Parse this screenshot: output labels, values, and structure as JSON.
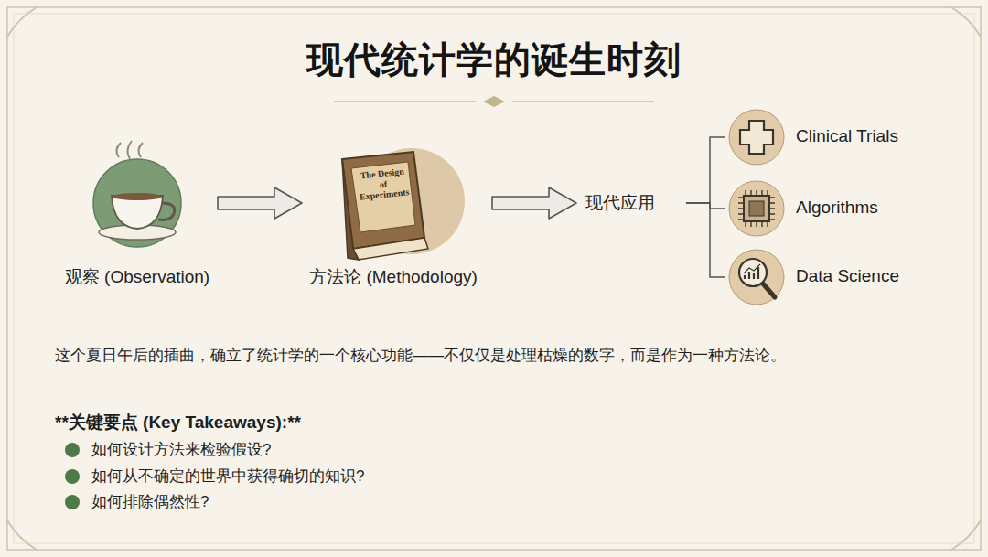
{
  "diagram": {
    "title": "现代统计学的诞生时刻",
    "nodes": [
      {
        "text": [
          "观察 (Observation)"
        ]
      },
      {
        "text": [
          "The Design of Experiments",
          "方法论 (Methodology)"
        ]
      },
      {
        "text": [
          "现代应用"
        ]
      },
      {
        "text": [
          "Clinical Trials"
        ]
      },
      {
        "text": [
          "Algorithms"
        ]
      },
      {
        "text": [
          "Data Science"
        ]
      }
    ],
    "edges": [
      {
        "from": 0,
        "to": 1,
        "arrow": "to"
      },
      {
        "from": 1,
        "to": 2,
        "arrow": "to"
      },
      {
        "from": 2,
        "to": 3,
        "arrow": "none"
      },
      {
        "from": 2,
        "to": 4,
        "arrow": "none"
      },
      {
        "from": 2,
        "to": 5,
        "arrow": "none"
      }
    ],
    "labels": [
      "这个夏日午后的插曲，确立了统计学的一个核心功能——不仅仅是处理枯燥的数字，而是作为一种方法论。",
      "**关键要点 (Key Takeaways):**",
      "如何设计方法来检验假设?",
      "如何从不确定的世界中获得确切的知识?",
      "如何排除偶然性?"
    ]
  }
}
